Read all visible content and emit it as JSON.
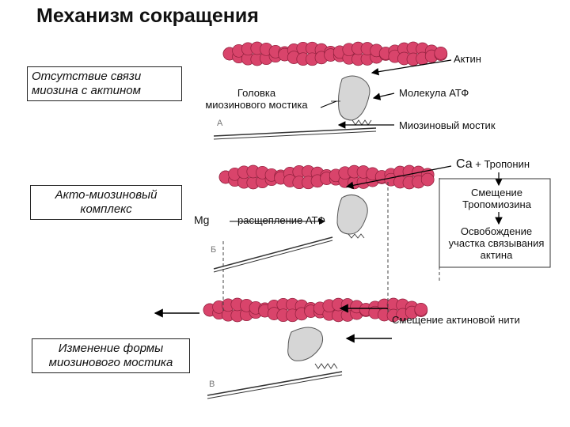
{
  "title": "Механизм сокращения",
  "boxes": {
    "no_bond": "Отсутствие связи миозина с актином",
    "acto_myosin": "Акто-миозиновый комплекс",
    "shape_change": "Изменение формы миозинового мостика"
  },
  "labels": {
    "actin": "Актин",
    "myosin_head": "Головка\nмиозинового мостика",
    "atp_molecule": "Молекула АТФ",
    "myosin_bridge": "Миозиновый мостик",
    "ca": "Са",
    "troponin": "+ Тропонин",
    "tropomyosin_shift": "Смещение\nТропомиозина",
    "binding_site_release": "Освобождение\nучастка связывания\nактина",
    "mg": "Mg",
    "atp_split": "расщепление АТФ",
    "actin_shift": "Смещение актиновой нити"
  },
  "stage_letters": {
    "a": "А",
    "b": "Б",
    "c": "В"
  },
  "colors": {
    "actin": "#d9446b",
    "actin_stroke": "#8f1f3c",
    "myosin_head": "#d6d6d6"
  }
}
